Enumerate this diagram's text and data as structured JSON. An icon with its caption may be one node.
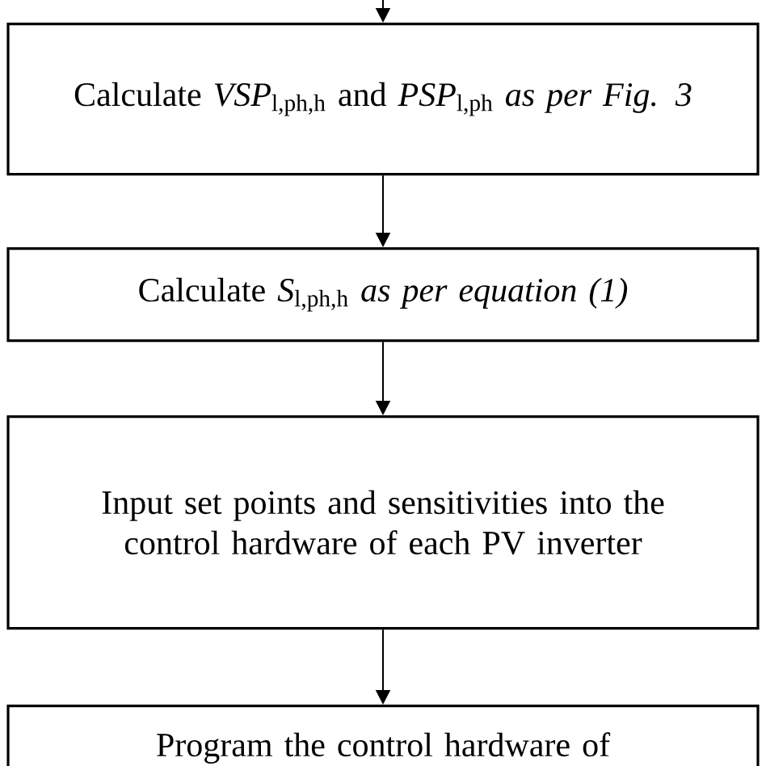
{
  "diagram": {
    "nodes": [
      {
        "text": [
          "Calculate *VSP*$_{l,ph,h}$ and *PSP*$_{l,ph}$ *as per Fig. 3*"
        ]
      },
      {
        "text": [
          "Calculate *S*$_{l,ph,h}$ *as per equation (1)*"
        ]
      },
      {
        "text": [
          "Input set points and sensitivities into the control hardware of each PV inverter"
        ]
      },
      {
        "text": [
          "Program the control hardware of"
        ]
      }
    ],
    "edges": [
      {
        "from": null,
        "to": 0,
        "arrow": "to"
      },
      {
        "from": 0,
        "to": 1,
        "arrow": "to"
      },
      {
        "from": 1,
        "to": 2,
        "arrow": "to"
      },
      {
        "from": 2,
        "to": 3,
        "arrow": "to"
      }
    ]
  }
}
